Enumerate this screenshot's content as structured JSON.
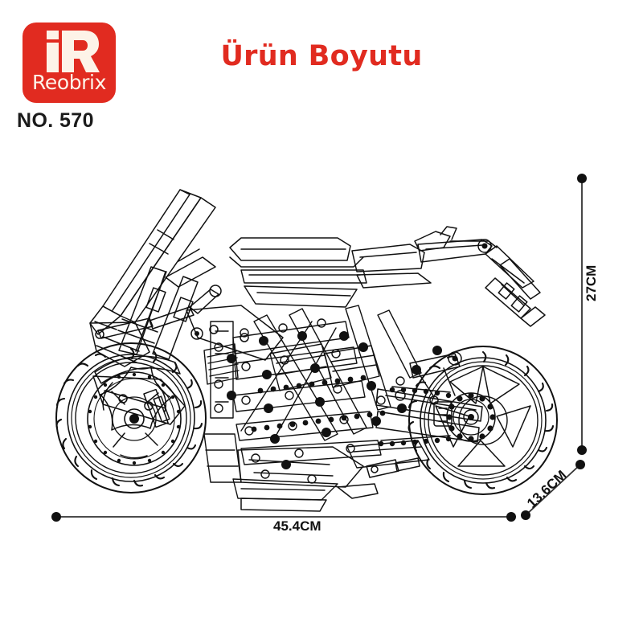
{
  "brand": {
    "logo_icon": "reobrix-logo-icon",
    "mark_text": "iR",
    "wordmark": "Reobrix",
    "logo_color": "#E12B20",
    "product_number": "NO. 570"
  },
  "header": {
    "title": "Ürün Boyutu",
    "title_color": "#E12B20"
  },
  "diagram": {
    "subject": "motorcycle-line-drawing",
    "line_color": "#111111",
    "background": "#ffffff"
  },
  "dimensions": {
    "width_label": "45.4CM",
    "height_label": "27CM",
    "depth_label": "13.6CM"
  }
}
